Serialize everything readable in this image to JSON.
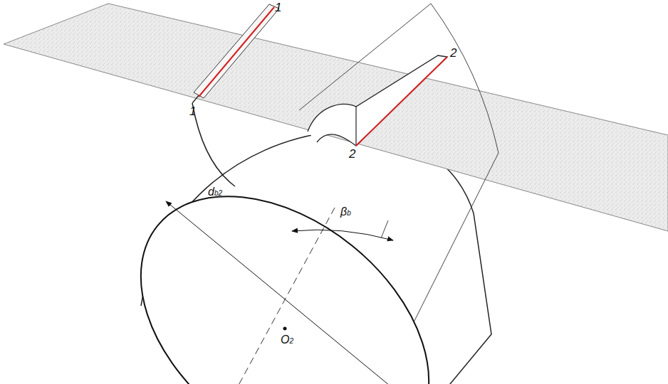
{
  "diagram": {
    "labels": [
      "1",
      "1",
      "2",
      "2",
      "βb",
      "db2",
      "O2"
    ]
  }
}
